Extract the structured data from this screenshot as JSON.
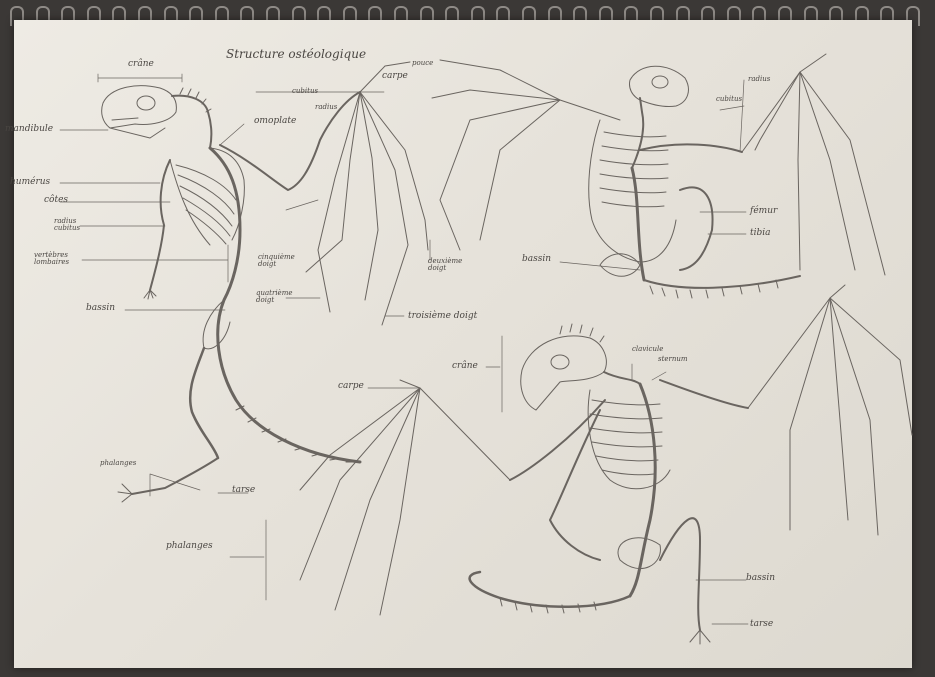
{
  "title": "Structure ostéologique",
  "labels": {
    "crane_top": "crâne",
    "mandibule": "mandibule",
    "humerus": "humérus",
    "cotes": "côtes",
    "radius_cubitus": "radius\ncubitus",
    "vertebres": "vertèbres\nlombaires",
    "bassin_left": "bassin",
    "omoplate": "omoplate",
    "cubitus_top": "cubitus",
    "radius_top": "radius",
    "carpe_top": "carpe",
    "pouce": "pouce",
    "cinquieme": "cinquième\ndoigt",
    "quatrieme": "quatrième\ndoigt",
    "deuxieme": "deuxième\ndoigt",
    "troisieme": "troisième doigt",
    "phalanges_foot": "phalanges",
    "tarse_left": "tarse",
    "phalanges_mid": "phalanges",
    "radius_right": "radius",
    "cubitus_right": "cubitus",
    "femur": "fémur",
    "tibia": "tibia",
    "bassin_right": "bassin",
    "crane_mid": "crâne",
    "carpe_mid": "carpe",
    "clavicule": "clavicule",
    "sternum": "sternum",
    "bassin_bottom": "bassin",
    "tarse_bottom": "tarse"
  },
  "colors": {
    "paper": "#e8e4dc",
    "pencil": "#5a5652",
    "background": "#3b3836"
  }
}
